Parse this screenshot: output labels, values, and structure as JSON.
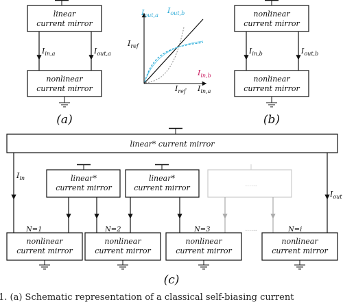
{
  "panel_a": {
    "top_box": [
      "linear",
      "current mirror"
    ],
    "bottom_box": [
      "nonlinear",
      "current mirror"
    ],
    "left_current": "I",
    "left_current_sub": "in,a",
    "right_current": "I",
    "right_current_sub": "out,a",
    "caption": "(a)"
  },
  "plot": {
    "label_iout_a": "I",
    "label_iout_a_sub": "out,a",
    "label_iout_b": "I",
    "label_iout_b_sub": "out,b",
    "label_iref_y": "I",
    "label_iref_y_sub": "ref",
    "label_in_b": "I",
    "label_in_b_sub": "in,b",
    "label_iref_x": "I",
    "label_iref_x_sub": "ref",
    "label_in_a": "I",
    "label_in_a_sub": "in,a",
    "colors": {
      "cyan": "#29a9d6",
      "magenta": "#c8185c",
      "black": "#111111",
      "gray": "#888888"
    }
  },
  "panel_b": {
    "top_box": [
      "nonlinear",
      "current mirror"
    ],
    "bottom_box": [
      "nonlinear",
      "current mirror"
    ],
    "left_current": "I",
    "left_current_sub": "in,b",
    "right_current": "I",
    "right_current_sub": "out,b",
    "caption": "(b)"
  },
  "panel_c": {
    "top_box": "linear* current mirror",
    "sub_box": [
      "linear*",
      "current mirror"
    ],
    "faded_box_text": "......",
    "dots_between": "......",
    "bottom_box": [
      "nonlinear",
      "current mirror"
    ],
    "n_labels": [
      "N=1",
      "N=2",
      "N=3",
      "N=i"
    ],
    "in_label": "I",
    "in_label_sub": "in",
    "out_label": "I",
    "out_label_sub": "out",
    "caption": "(c)"
  },
  "footer_text": "1. (a) Schematic representation of a classical self-biasing current"
}
